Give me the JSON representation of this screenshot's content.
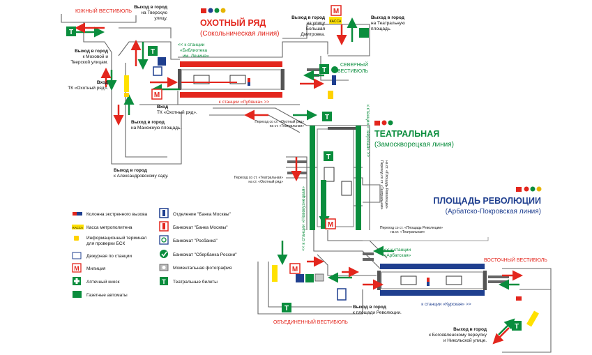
{
  "colors": {
    "sokol": "#e3261d",
    "zamosk": "#0a8d3d",
    "arbat": "#1f3f8f",
    "arrow_red": "#e3261d",
    "arrow_grn": "#0a8d3d",
    "kassa": "#ffe100",
    "info": "#ffd200"
  },
  "stations": {
    "okhotny": {
      "name": "ОХОТНЫЙ РЯД",
      "line": "(Сокольническая линия)"
    },
    "teatr": {
      "name": "ТЕАТРАЛЬНАЯ",
      "line": "(Замоскворецкая линия)"
    },
    "revol": {
      "name": "ПЛОЩАДЬ РЕВОЛЮЦИИ",
      "line": "(Арбатско-Покровская линия)"
    }
  },
  "vestibules": {
    "south": "ЮЖНЫЙ ВЕСТИБЮЛЬ",
    "north": "СЕВЕРНЫЙ ВЕСТИБЮЛЬ",
    "east": "ВОСТОЧНЫЙ ВЕСТИБЮЛЬ",
    "united": "ОБЪЕДИНЕННЫЙ ВЕСТИБЮЛЬ"
  },
  "exits": {
    "tverskaya": [
      "Выход в город",
      "на Тверскую",
      "улицу."
    ],
    "mokhovaya": [
      "Выход в город",
      "к Моховой и",
      "Тверской улицам."
    ],
    "tk_in": [
      "Вход",
      "ТК «Охотный ряд»."
    ],
    "tk_out": [
      "Вход",
      "ТК «Охотный ряд»."
    ],
    "manezh": [
      "Выход в город",
      "на Манежную площадь."
    ],
    "alexandr": [
      "Выход в город",
      "к Александровскому саду."
    ],
    "dmitrovka": [
      "Выход в город",
      "на улицу",
      "Большая",
      "Дмитровка."
    ],
    "teatr_sq": [
      "Выход в город",
      "на Театральную",
      "площадь."
    ],
    "revol_sq": [
      "Выход в город",
      "к площади Революции."
    ],
    "bogoyav": [
      "Выход в город",
      "к Богоявленскому переулку",
      "и Никольской улице."
    ]
  },
  "directions": {
    "okh_west": [
      "<< к станции",
      "«Библиотека",
      "им. Ленина»"
    ],
    "okh_east": "к станции «Лубянка» >>",
    "teatr_left": "<< к станции «Новокузнецкая»",
    "teatr_right": "к станции «Тверская» >>",
    "arb_west": [
      "<< к станции",
      "«Арбатская»"
    ],
    "arb_east": "к станции «Курская» >>"
  },
  "transfers": {
    "okh_to_teatr": [
      "Переход со ст. «Охотный ряд»",
      "на ст. «Театральная»"
    ],
    "teatr_to_okh": [
      "Переход со ст. «Театральная»",
      "на ст. «Охотный ряд»"
    ],
    "teatr_to_rev": [
      "Переход со ст. «Театральная»",
      "на ст. «Площадь Революции»"
    ],
    "rev_to_teatr": [
      "Переход со ст. «Площадь Революции»",
      "на ст. «Театральная»"
    ]
  },
  "icons": {
    "kassa": "КАССА",
    "theatre": "Т",
    "police": "М"
  },
  "legend": [
    {
      "icon": "sos-icon",
      "label": "Колонна экстренного вызова"
    },
    {
      "icon": "kassa-icon",
      "label": "Касса метрополитена"
    },
    {
      "icon": "info-terminal-icon",
      "label": "Информационный терминал\nдля проверки БСК"
    },
    {
      "icon": "duty-icon",
      "label": "Дежурная по станции"
    },
    {
      "icon": "police-icon",
      "label": "Милиция"
    },
    {
      "icon": "pharmacy-icon",
      "label": "Аптечный киоск"
    },
    {
      "icon": "newspaper-icon",
      "label": "Газетные автоматы"
    },
    {
      "icon": "bank-branch-icon",
      "label": "Отделение \"Банка Москвы\""
    },
    {
      "icon": "atm-bm-icon",
      "label": "Банкомат \"Банка Москвы\""
    },
    {
      "icon": "atm-rosbank-icon",
      "label": "Банкомат \"Росбанка\""
    },
    {
      "icon": "atm-sber-icon",
      "label": "Банкомат \"Сбербанка России\""
    },
    {
      "icon": "photo-icon",
      "label": "Моментальная фотография"
    },
    {
      "icon": "theatre-ticket-icon",
      "label": "Театральные билеты"
    }
  ]
}
